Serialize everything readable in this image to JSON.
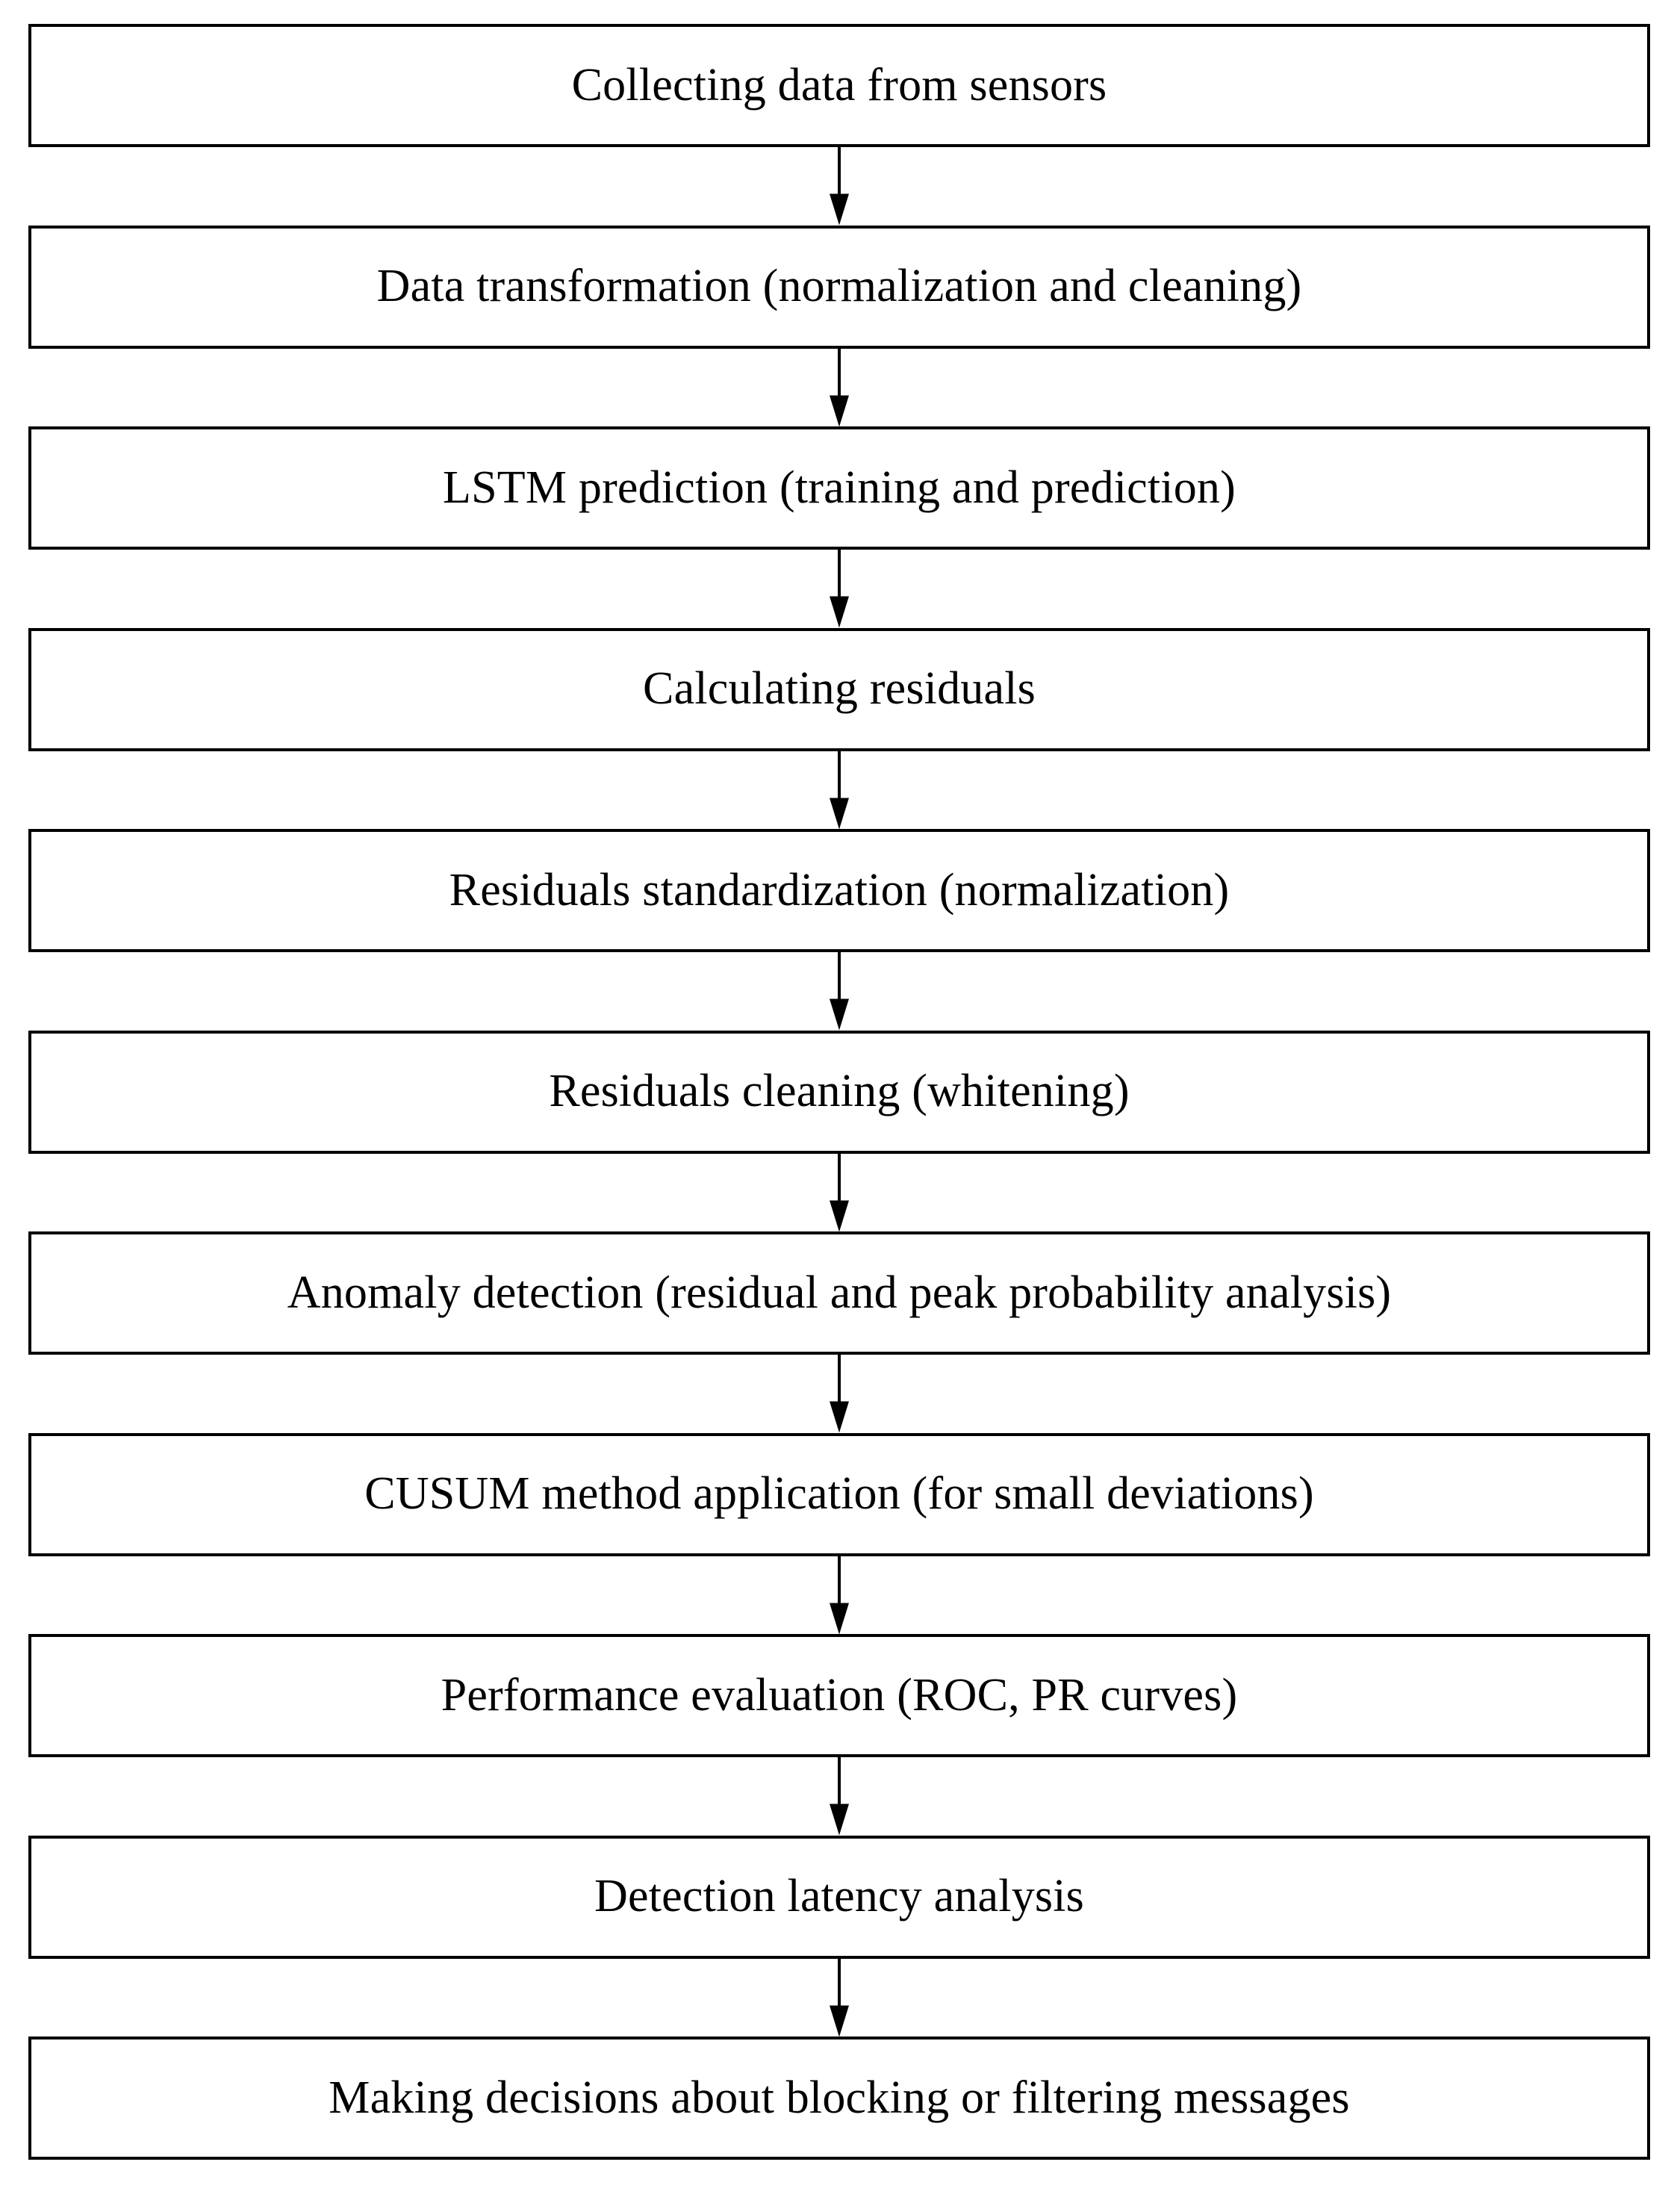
{
  "diagram": {
    "type": "flowchart",
    "orientation": "vertical",
    "title": "",
    "colors": {
      "box_border": "#000000",
      "box_fill": "#FFFFFF",
      "connector": "#000000",
      "text": "#000000",
      "background": "#FFFFFF"
    },
    "connector": {
      "icon": "down-arrow-icon",
      "style": "solid-line-with-filled-triangle-head",
      "count": 11
    },
    "steps": [
      {
        "index": 1,
        "label": "Collecting data from sensors"
      },
      {
        "index": 2,
        "label": "Data transformation (normalization and cleaning)"
      },
      {
        "index": 3,
        "label": "LSTM prediction (training and prediction)"
      },
      {
        "index": 4,
        "label": "Calculating residuals"
      },
      {
        "index": 5,
        "label": "Residuals standardization (normalization)"
      },
      {
        "index": 6,
        "label": "Residuals cleaning (whitening)"
      },
      {
        "index": 7,
        "label": "Anomaly detection (residual and peak probability analysis)"
      },
      {
        "index": 8,
        "label": "CUSUM method application (for small deviations)"
      },
      {
        "index": 9,
        "label": "Performance evaluation (ROC, PR curves)"
      },
      {
        "index": 10,
        "label": "Detection latency analysis"
      },
      {
        "index": 11,
        "label": "Making decisions about blocking or filtering messages"
      }
    ]
  }
}
